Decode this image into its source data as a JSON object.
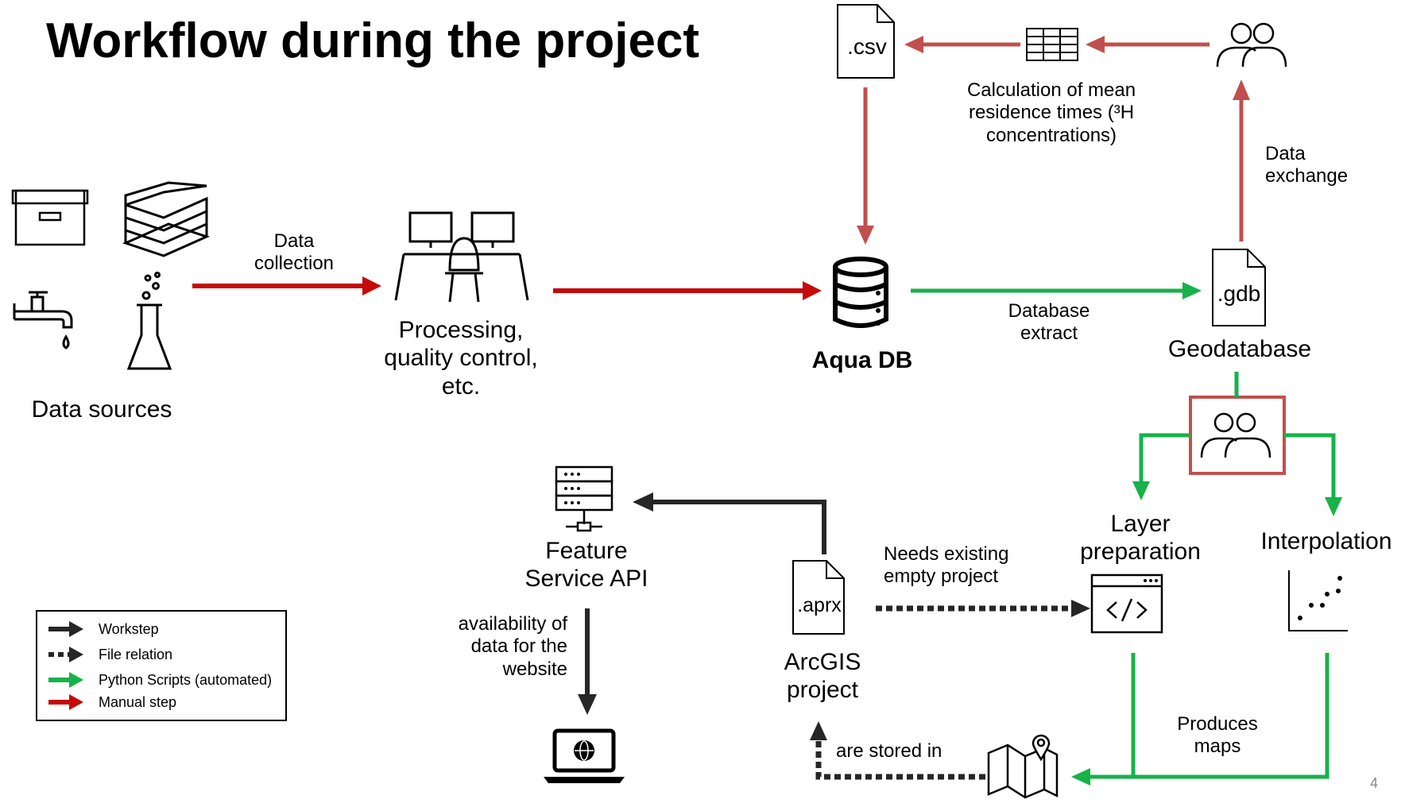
{
  "title": "Workflow during the project",
  "page_number": "4",
  "colors": {
    "workstep": "#262626",
    "file_relation": "#262626",
    "python": "#17b24a",
    "manual": "#c40b0b",
    "feedback_red": "#c0504d"
  },
  "nodes": {
    "data_sources": "Data sources",
    "processing": "Processing,\nquality control,\netc.",
    "aqua_db": "Aqua DB",
    "geodatabase": "Geodatabase",
    "csv_file": ".csv",
    "gdb_file": ".gdb",
    "aprx_file": ".aprx",
    "calc_mean": "Calculation of mean\nresidence times (³H\nconcentrations)",
    "layer_preparation": "Layer\npreparation",
    "interpolation": "Interpolation",
    "feature_service": "Feature\nService API",
    "arcgis_project": "ArcGIS\nproject"
  },
  "edge_labels": {
    "data_collection": "Data\ncollection",
    "database_extract": "Database\nextract",
    "data_exchange": "Data\nexchange",
    "needs_existing": "Needs existing\nempty project",
    "availability": "availability of\ndata for the\nwebsite",
    "produces_maps": "Produces\nmaps",
    "stored_in": "are stored in"
  },
  "legend": [
    {
      "label": "Workstep",
      "style": "solid",
      "color": "#262626"
    },
    {
      "label": "File relation",
      "style": "dotted",
      "color": "#262626"
    },
    {
      "label": "Python Scripts (automated)",
      "style": "solid",
      "color": "#17b24a"
    },
    {
      "label": "Manual step",
      "style": "solid",
      "color": "#c40b0b"
    }
  ],
  "icons": [
    "archive-box-icon",
    "books-icon",
    "water-tap-icon",
    "lab-flask-icon",
    "workstation-icon",
    "database-icon",
    "csv-file-icon",
    "table-grid-icon",
    "people-icon",
    "gdb-file-icon",
    "team-icon",
    "aprx-file-icon",
    "server-icon",
    "code-window-icon",
    "scatter-plot-icon",
    "laptop-globe-icon",
    "map-pin-icon"
  ]
}
